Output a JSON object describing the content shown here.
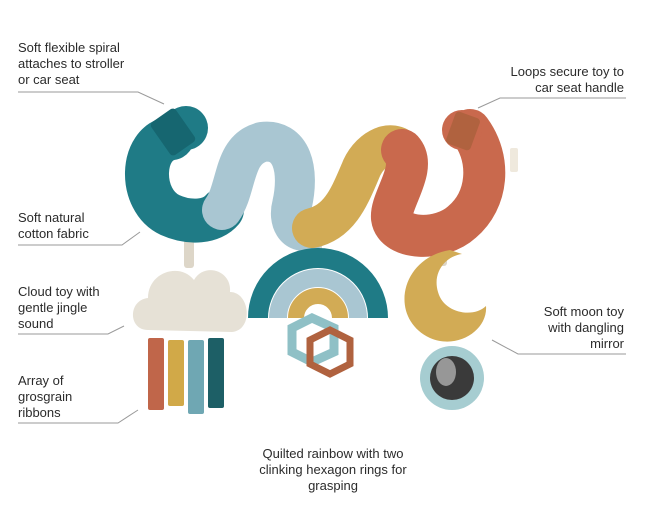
{
  "callouts": {
    "spiral": "Soft flexible spiral\nattaches to stroller\nor car seat",
    "loops": "Loops secure toy to\ncar seat handle",
    "cotton": "Soft natural\ncotton fabric",
    "cloud": "Cloud toy with\ngentle jingle\nsound",
    "ribbons": "Array of\ngrosgrain\nribbons",
    "moon": "Soft moon toy\nwith dangling\nmirror",
    "rainbow": "Quilted rainbow with two\nclinking hexagon rings for\ngrasping"
  },
  "colors": {
    "teal": "#1f7b86",
    "light_blue": "#a9c6d2",
    "mustard": "#d2ab55",
    "terracotta": "#c9694d",
    "cream": "#e6e1d6",
    "ring_blue": "#8fc0c6",
    "ring_rust": "#b0623f",
    "ribbon_blue": "#6fa7b3",
    "ribbon_teal": "#1d5f66",
    "ribbon_orange": "#c0664a",
    "ribbon_yellow": "#d1a948"
  }
}
